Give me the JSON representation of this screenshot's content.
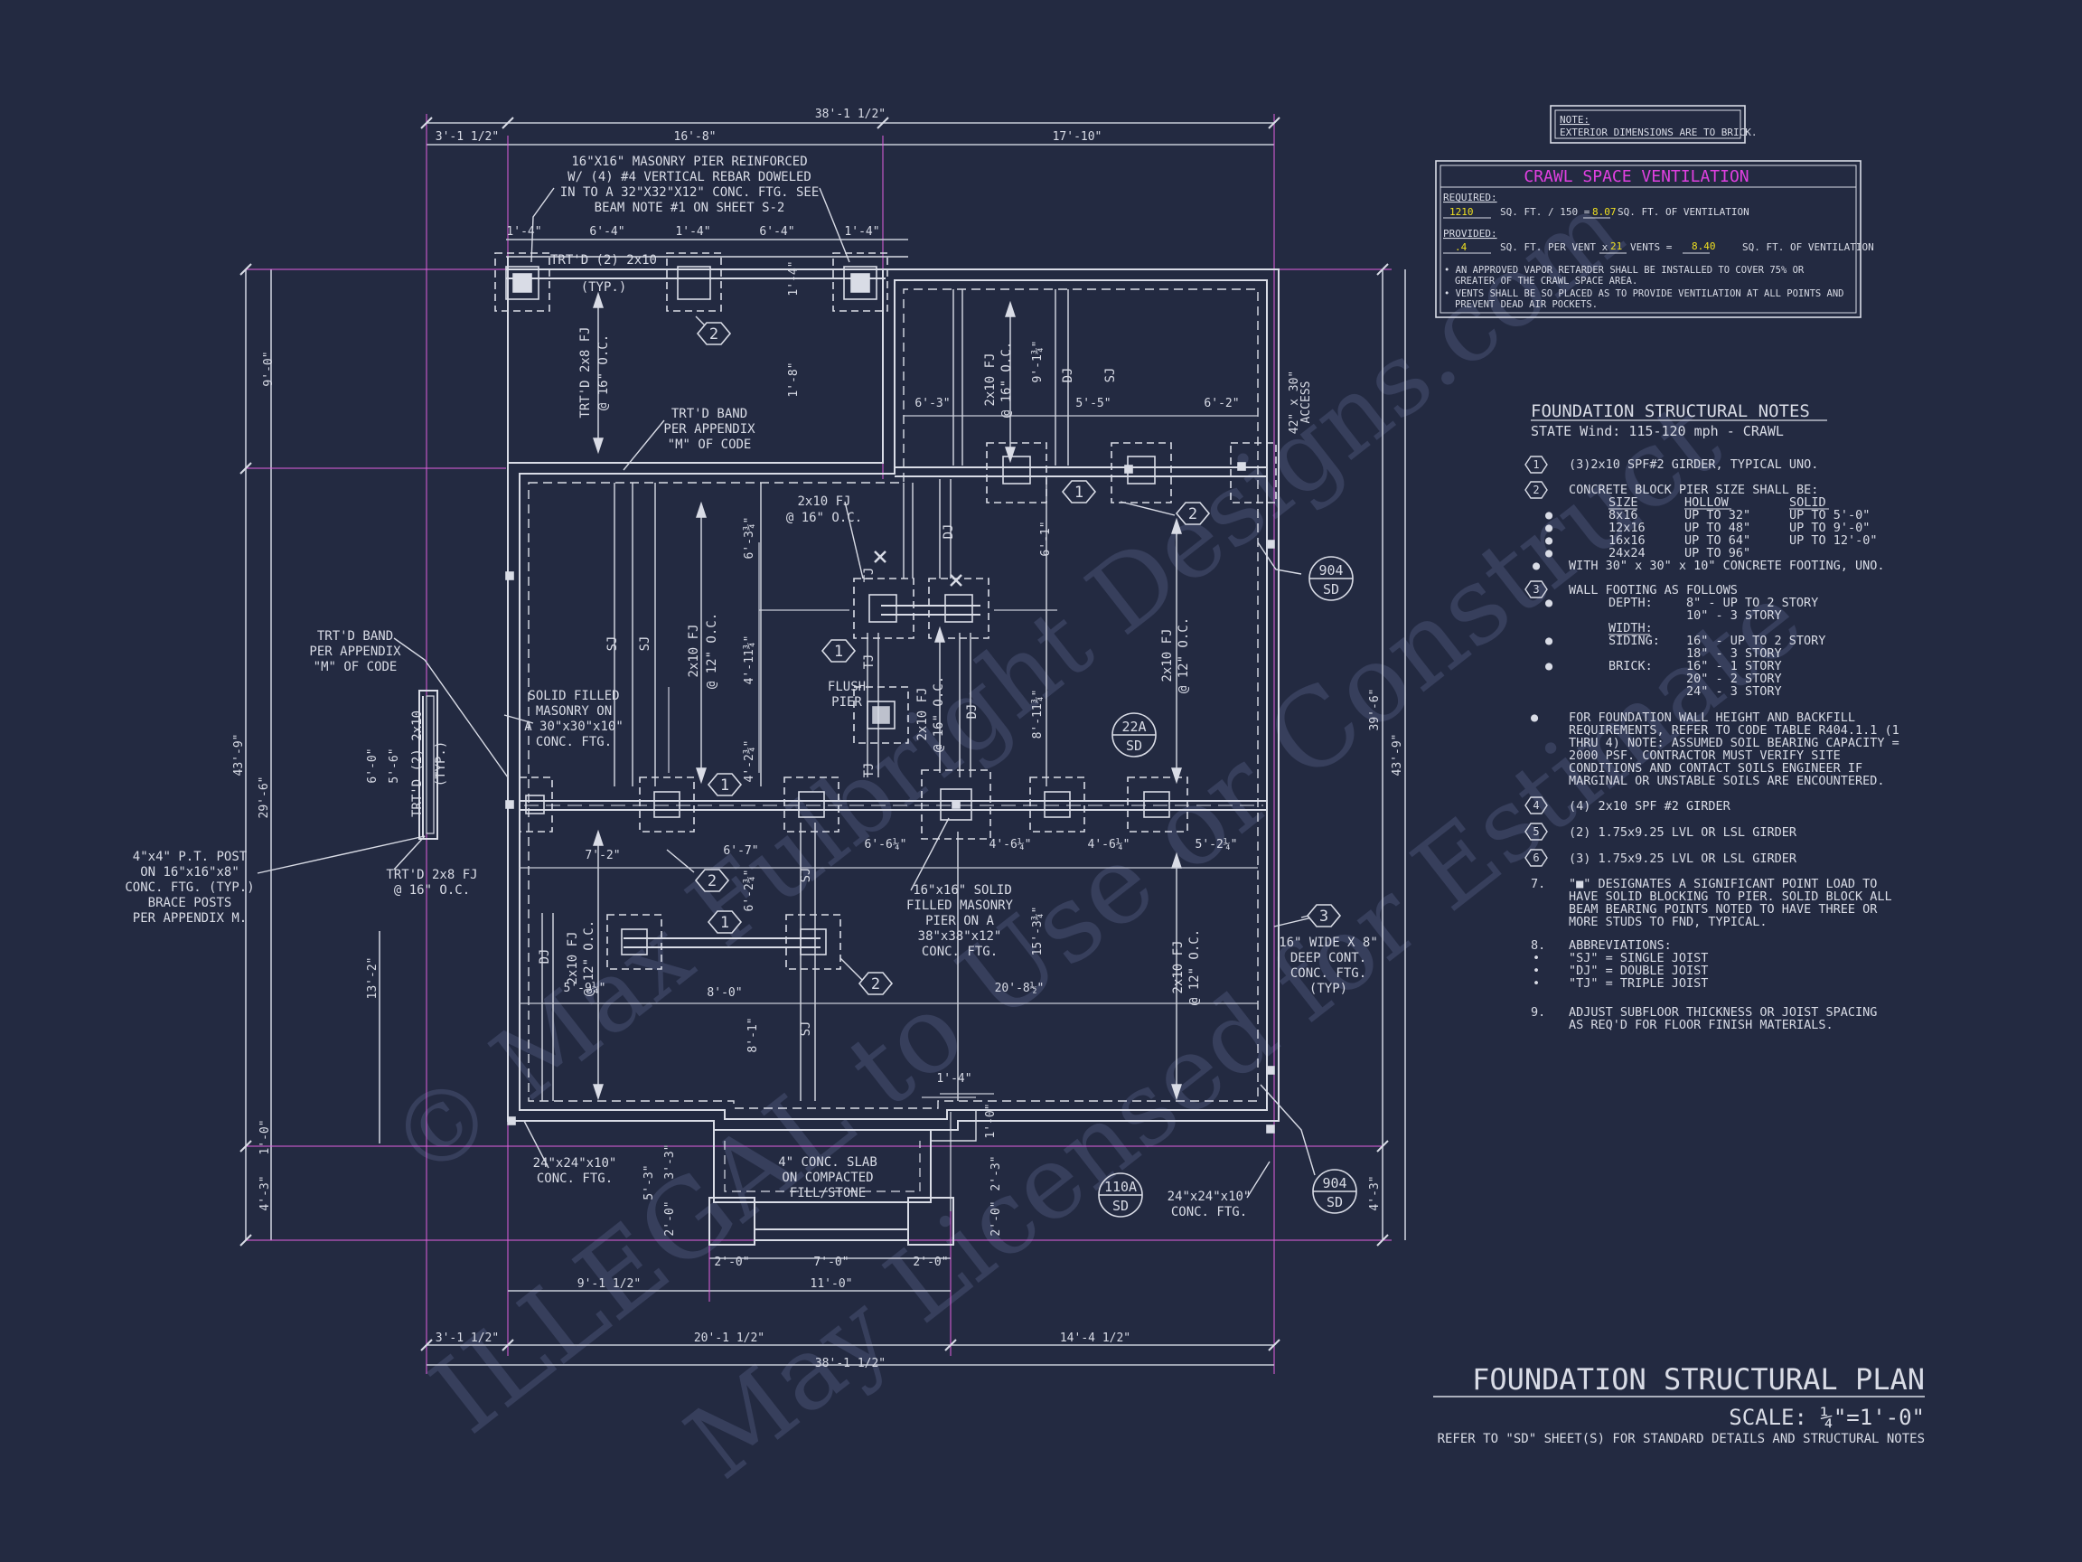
{
  "colors": {
    "background": "#232a41",
    "line": "#d9dce6",
    "dim": "#c8ccd8",
    "magenta": "#e040e0",
    "yellow": "#f0e020",
    "watermark": "#3d4560"
  },
  "note_box": {
    "title": "NOTE:",
    "text": "EXTERIOR DIMENSIONS ARE TO BRICK."
  },
  "ventilation": {
    "title": "CRAWL SPACE VENTILATION",
    "required_label": "REQUIRED:",
    "required_sqft": "1210",
    "required_mid": "SQ. FT. / 150 =",
    "required_result": "8.07",
    "required_tail": "SQ. FT. OF VENTILATION",
    "provided_label": "PROVIDED:",
    "provided_sqft": ".4",
    "provided_mid": "SQ. FT. PER VENT x",
    "provided_vents": "21",
    "provided_vents_label": "VENTS =",
    "provided_result": "8.40",
    "provided_tail": "SQ. FT. OF VENTILATION",
    "bullet1a": "• AN APPROVED VAPOR RETARDER SHALL BE INSTALLED TO COVER 75% OR",
    "bullet1b": "GREATER OF THE CRAWL SPACE AREA.",
    "bullet2a": "• VENTS SHALL BE SO PLACED AS TO PROVIDE VENTILATION AT ALL POINTS AND",
    "bullet2b": "PREVENT DEAD AIR POCKETS."
  },
  "notes": {
    "title": "FOUNDATION STRUCTURAL NOTES",
    "subtitle": "STATE Wind: 115-120 mph - CRAWL",
    "n1": "(3)2x10 SPF#2 GIRDER, TYPICAL UNO.",
    "n2": "CONCRETE BLOCK PIER SIZE SHALL BE:",
    "pier_header": [
      "SIZE",
      "HOLLOW",
      "SOLID"
    ],
    "pier_rows": [
      [
        "8x16",
        "UP TO 32\"",
        "UP TO 5'-0\""
      ],
      [
        "12x16",
        "UP TO 48\"",
        "UP TO 9'-0\""
      ],
      [
        "16x16",
        "UP TO 64\"",
        "UP TO 12'-0\""
      ],
      [
        "24x24",
        "UP TO 96\"",
        ""
      ]
    ],
    "n2_tail": "WITH 30\" x 30\" x 10\" CONCRETE FOOTING, UNO.",
    "n3": "WALL FOOTING AS FOLLOWS",
    "depth_label": "DEPTH:",
    "depth_1": "8\" - UP TO 2 STORY",
    "depth_2": "10\" - 3 STORY",
    "width_label": "WIDTH:",
    "siding_label": "SIDING:",
    "siding_1": "16\" - UP TO 2 STORY",
    "siding_2": "18\" - 3 STORY",
    "brick_label": "BRICK:",
    "brick_1": "16\" - 1 STORY",
    "brick_2": "20\" - 2 STORY",
    "brick_3": "24\" - 3 STORY",
    "backfill": [
      "FOR FOUNDATION WALL HEIGHT AND BACKFILL",
      "REQUIREMENTS, REFER TO CODE TABLE R404.1.1 (1",
      "THRU 4) NOTE: ASSUMED SOIL BEARING CAPACITY =",
      "2000 PSF. CONTRACTOR MUST VERIFY SITE",
      "CONDITIONS AND CONTACT SOILS ENGINEER IF",
      "MARGINAL OR UNSTABLE SOILS ARE ENCOUNTERED."
    ],
    "n4": "(4) 2x10 SPF #2 GIRDER",
    "n5": "(2) 1.75x9.25 LVL OR LSL GIRDER",
    "n6": "(3) 1.75x9.25 LVL OR LSL GIRDER",
    "n7": [
      "\"■\" DESIGNATES A SIGNIFICANT POINT LOAD TO",
      "HAVE SOLID BLOCKING TO PIER. SOLID BLOCK ALL",
      "BEAM BEARING POINTS NOTED TO HAVE THREE OR",
      "MORE STUDS TO FND, TYPICAL."
    ],
    "n8": "ABBREVIATIONS:",
    "abbr": [
      "\"SJ\" = SINGLE JOIST",
      "\"DJ\" = DOUBLE JOIST",
      "\"TJ\" = TRIPLE JOIST"
    ],
    "n9": [
      "ADJUST SUBFLOOR THICKNESS OR JOIST SPACING",
      "AS REQ'D FOR FLOOR FINISH MATERIALS."
    ],
    "num7": "7.",
    "num8": "8.",
    "num9": "9."
  },
  "title_block": {
    "title": "FOUNDATION STRUCTURAL PLAN",
    "scale": "SCALE: ¼\"=1'-0\"",
    "refer": "REFER TO \"SD\" SHEET(S) FOR STANDARD DETAILS AND STRUCTURAL NOTES"
  },
  "watermark": {
    "line1": "© Max Fulbright Designs.com",
    "line2": "ILLEGAL to Use or Construct",
    "line3": "May Licensed for Estimate"
  },
  "dims": {
    "top_overall": "38'-1 1/2\"",
    "top_a": "3'-1 1/2\"",
    "top_b": "16'-8\"",
    "top_c": "17'-10\"",
    "pier_1": "1'-4\"",
    "pier_2": "6'-4\"",
    "pier_3": "1'-4\"",
    "pier_4": "6'-4\"",
    "pier_5": "1'-4\"",
    "bot_overall": "38'-1 1/2\"",
    "bot_a": "3'-1 1/2\"",
    "bot_b": "20'-1 1/2\"",
    "bot_c": "14'-4 1/2\"",
    "bot_d": "9'-1 1/2\"",
    "bot_e": "11'-0\"",
    "step_a": "2'-0\"",
    "step_b": "7'-0\"",
    "step_c": "2'-0\"",
    "left_overall": "43'-9\"",
    "left_a": "9'-0\"",
    "left_b": "29'-6\"",
    "left_c": "1'-0\"",
    "left_d": "4'-3\"",
    "left_e": "13'-2\"",
    "right_overall": "43'-9\"",
    "right_a": "39'-6\"",
    "right_b": "4'-3\"",
    "in_1": "6'-3\"",
    "in_2": "5'-5\"",
    "in_3": "6'-2\"",
    "in_4": "1'-8\"",
    "in_5": "1'-4\"",
    "in_6": "6'-0\"",
    "in_7": "5'-6\"",
    "in_8": "7'-2\"",
    "in_9": "6'-7\"",
    "in_10": "6'-6¼\"",
    "in_11": "4'-6¼\"",
    "in_12": "4'-6¼\"",
    "in_13": "5'-2¼\"",
    "in_14": "5'-9¼\"",
    "in_15": "8'-0\"",
    "in_16": "20'-8½\"",
    "in_17": "8'-1\"",
    "in_18": "1'-4\"",
    "in_19": "3'-3\"",
    "in_20": "5'-3\"",
    "in_21": "2'-0\"",
    "in_22": "2'-3\"",
    "in_23": "2'-0\"",
    "in_24": "1'-0\"",
    "v_1": "6'-3¾\"",
    "v_2": "4'-11¾\"",
    "v_3": "4'-2¾\"",
    "v_4": "6'-2¾\"",
    "v_5": "9'-1¾\"",
    "v_6": "6'-1\"",
    "v_7": "8'-11¾\"",
    "v_8": "15'-3¾\"",
    "access": "42\" x 30\"",
    "access2": "ACCESS"
  },
  "labels": {
    "pier_note": [
      "16\"X16\" MASONRY PIER REINFORCED",
      "W/ (4) #4 VERTICAL REBAR DOWELED",
      "IN TO A 32\"X32\"X12\" CONC. FTG. SEE",
      "BEAM NOTE #1 ON SHEET S-2"
    ],
    "trtd_girder_top": "TRT'D (2) 2x10",
    "typ": "(TYP.)",
    "trtd_fj_porch": "TRT'D 2x8 FJ",
    "oc16": "@ 16\" O.C.",
    "oc12": "@ 12\" O.C.",
    "trtd_band_1": [
      "TRT'D BAND",
      "PER APPENDIX",
      "\"M\" OF CODE"
    ],
    "trtd_band_2": [
      "TRT'D BAND",
      "PER APPENDIX",
      "\"M\" OF CODE"
    ],
    "solid_masonry": [
      "SOLID FILLED",
      "MASONRY ON",
      "A 30\"x30\"x10\"",
      "CONC. FTG."
    ],
    "post": [
      "4\"x4\" P.T. POST",
      "ON 16\"x16\"x8\"",
      "CONC. FTG. (TYP.)",
      "BRACE POSTS",
      "PER APPENDIX M."
    ],
    "trtd_fj_left": [
      "TRT'D 2x8 FJ",
      "@ 16\" O.C."
    ],
    "trtd_girder_left": "TRT'D (2) 2x10",
    "typ2": "(TYP.)",
    "fj2x10_16": "2x10 FJ",
    "fj2x10_12": "2x10 FJ",
    "flush": [
      "FLUSH",
      "PIER"
    ],
    "solid_pier": [
      "16\"x16\" SOLID",
      "FILLED MASONRY",
      "PIER ON A",
      "38\"x38\"x12\"",
      "CONC. FTG."
    ],
    "ftg_24_a": [
      "24\"x24\"x10\"",
      "CONC. FTG."
    ],
    "ftg_24_b": [
      "24\"x24\"x10\"",
      "CONC. FTG."
    ],
    "slab": [
      "4\" CONC. SLAB",
      "ON COMPACTED",
      "FILL/STONE"
    ],
    "cont_ftg": [
      "16\" WIDE X 8\"",
      "DEEP CONT.",
      "CONC. FTG.",
      "(TYP)"
    ],
    "sj": "SJ",
    "dj": "DJ",
    "tj": "TJ"
  },
  "callouts": {
    "c1": "1",
    "c2": "2",
    "c3": "3",
    "c4": "4",
    "c5": "5",
    "c6": "6",
    "d904": "904",
    "sd": "SD",
    "d22a": "22A",
    "d110a": "110A"
  }
}
